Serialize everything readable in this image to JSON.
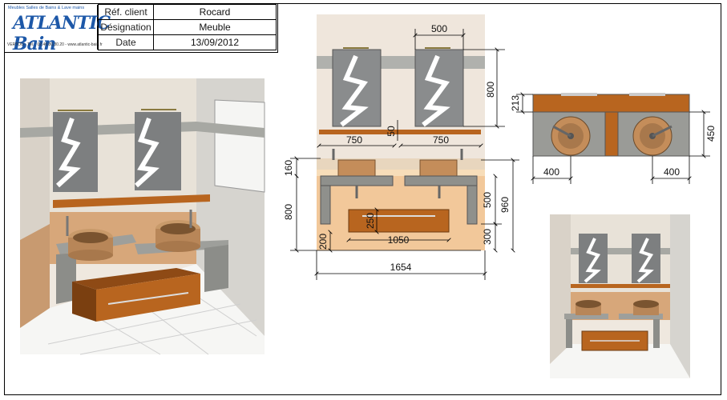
{
  "header": {
    "brand": "ATLANTIC Bain",
    "tagline": "Meubles Salles de Bains & Lave mains",
    "address": "VERTOU - Tél. : 02.40.80.30.20 - www.atlantic-bain.fr",
    "rows": [
      {
        "label": "Réf. client",
        "value": "Rocard"
      },
      {
        "label": "Désignation",
        "value": "Meuble"
      },
      {
        "label": "Date",
        "value": "13/09/2012"
      }
    ]
  },
  "elevation_dims": {
    "mirror_width": "500",
    "mirror_height": "800",
    "shelf_gap": "50",
    "half_left": "750",
    "half_right": "750",
    "top_offset": "160",
    "height_total": "800",
    "plinth": "200",
    "drawer_h": "250",
    "drawer_w": "1050",
    "total_width": "1654",
    "wall_500": "500",
    "wall_960": "960",
    "wall_300": "300"
  },
  "plan_dims": {
    "depth_213": "213",
    "depth_450": "450",
    "left_400": "400",
    "right_400": "400"
  },
  "colors": {
    "wood": "#b8651f",
    "wood_dark": "#7e3f10",
    "stone": "#9a9a96",
    "wall": "#e9ddd0",
    "wall_orange": "#f2c89a",
    "frame_blue": "#1d58a8"
  }
}
